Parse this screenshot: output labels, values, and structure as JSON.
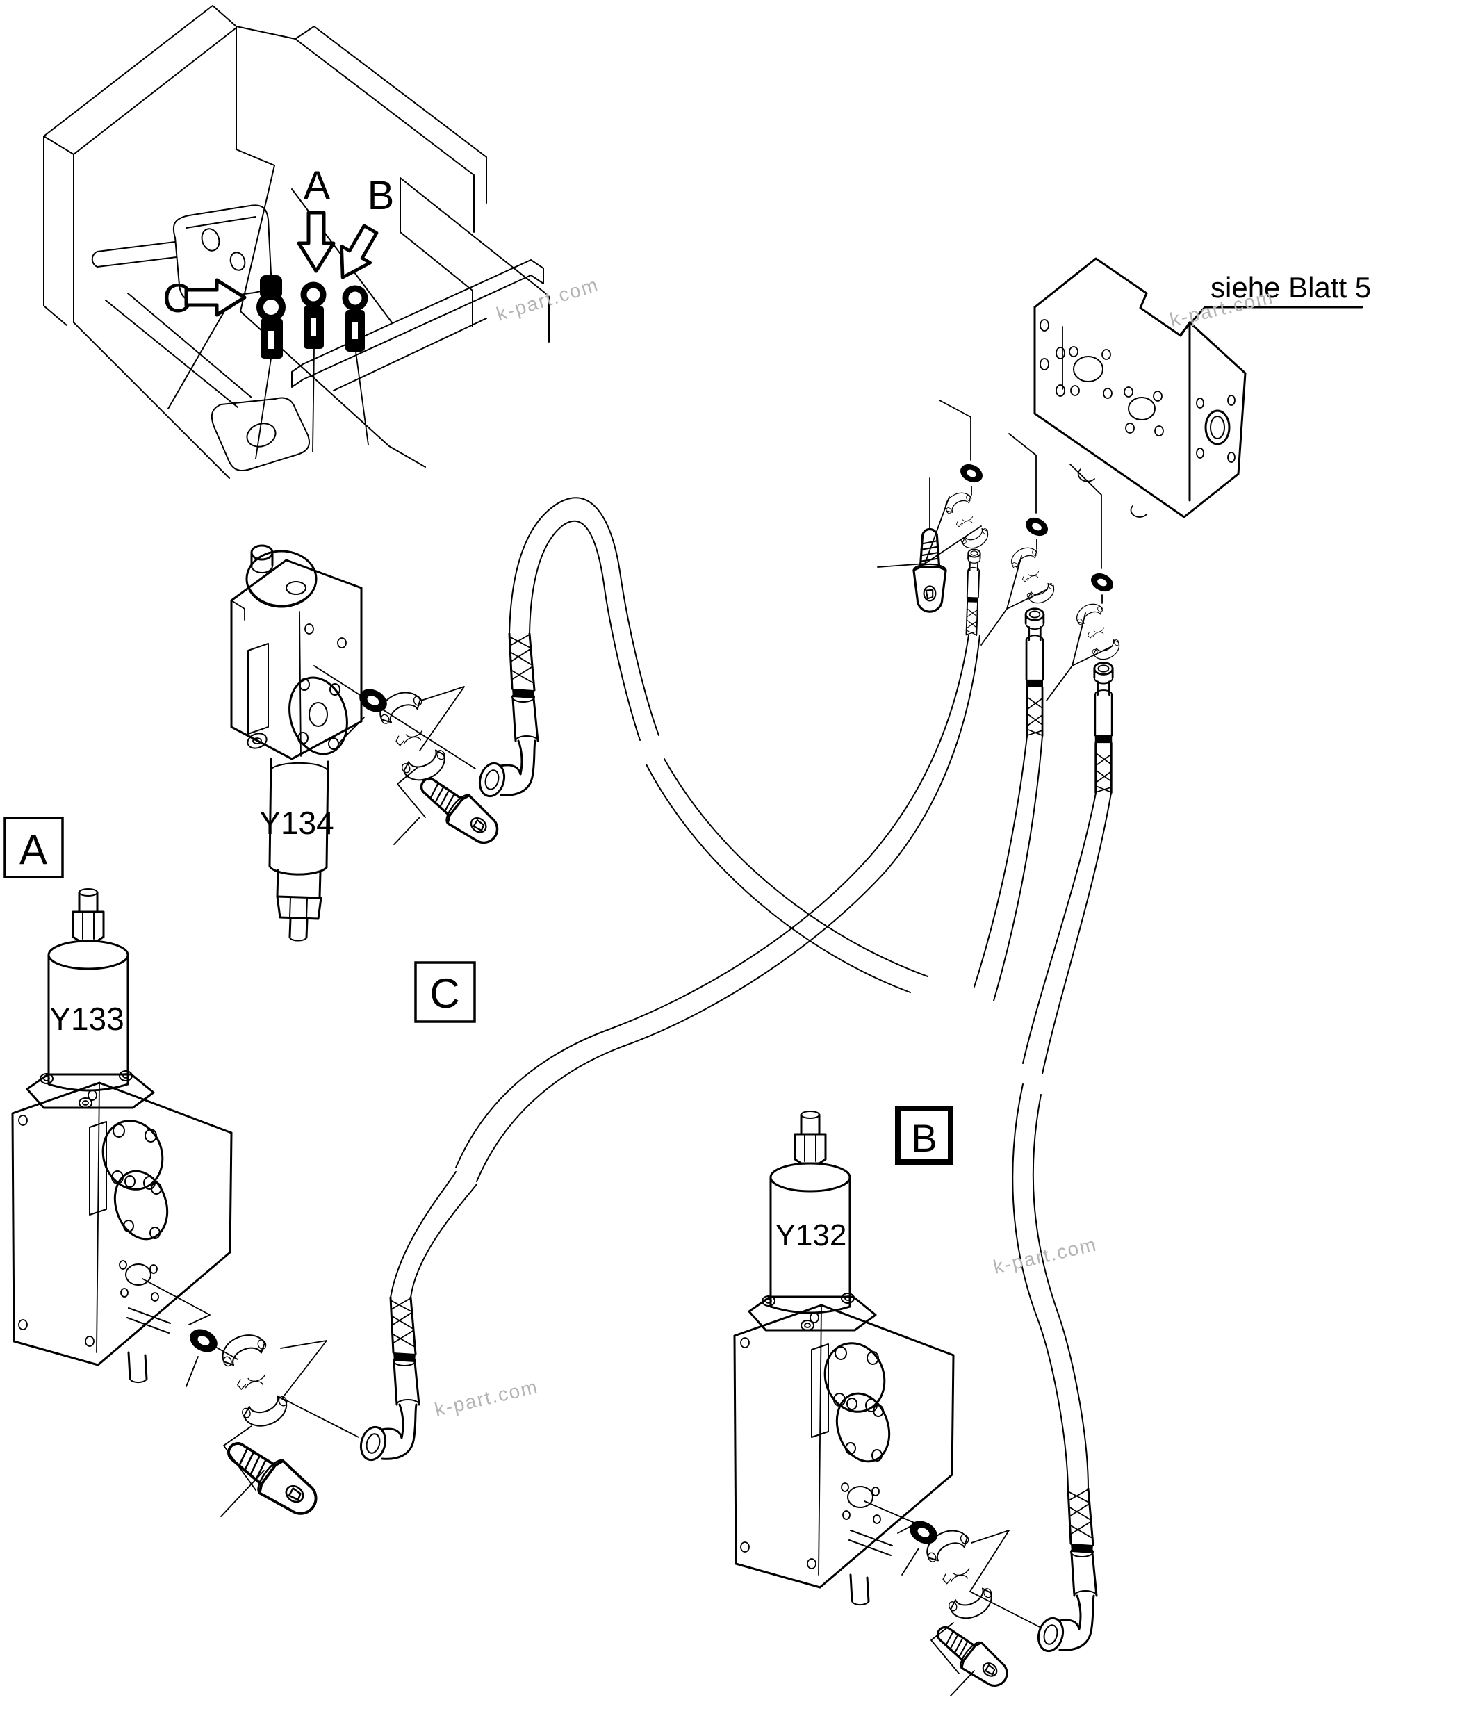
{
  "page": {
    "background": "#ffffff",
    "ink": "#000000",
    "watermark_color": "#b4b4b4"
  },
  "inset": {
    "label_a": "A",
    "label_b": "B",
    "label_c": "C"
  },
  "sections": {
    "a": "A",
    "b": "B",
    "c": "C"
  },
  "valves": {
    "y134": "Y134",
    "y133": "Y133",
    "y132": "Y132"
  },
  "note": {
    "see_sheet": "siehe Blatt 5"
  },
  "watermark": {
    "text": "k-part.com"
  }
}
